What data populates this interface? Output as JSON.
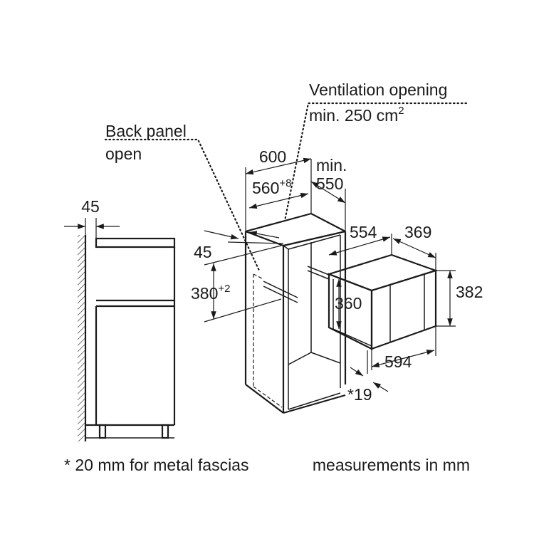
{
  "labels": {
    "ventilation_line1": "Ventilation opening",
    "ventilation_line2": "min. 250 cm",
    "ventilation_sup": "2",
    "back_panel_line1": "Back panel",
    "back_panel_line2": "open",
    "footnote_left": "* 20 mm for metal fascias",
    "footnote_right": "measurements in mm"
  },
  "dimensions": {
    "d45_top": "45",
    "d600": "600",
    "d_min": "min.",
    "d550": "550",
    "d560": "560",
    "d560_tol": "+8",
    "d45_side": "45",
    "d380": "380",
    "d380_tol": "+2",
    "d554": "554",
    "d369": "369",
    "d360": "360",
    "d382": "382",
    "d594": "594",
    "d19": "*19"
  }
}
